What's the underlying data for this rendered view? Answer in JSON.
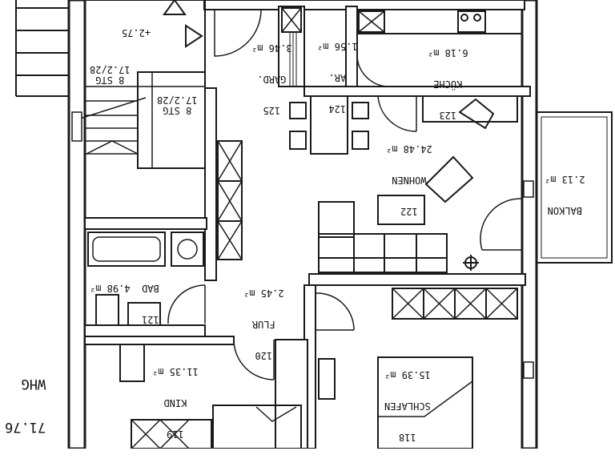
{
  "apartment": {
    "code": "WHG",
    "total_area": "71.76"
  },
  "stair": {
    "level": "+2.75",
    "upper": "8 STG\n17.2/28",
    "lower": "8 STG\n17.2/28"
  },
  "rooms": {
    "garderobe": {
      "number": "125",
      "name": "GARD.",
      "area": "3.46 m²"
    },
    "abstell": {
      "number": "124",
      "name": "AR.",
      "area": "1.56 m²"
    },
    "kueche": {
      "number": "123",
      "name": "KÜCHE",
      "area": "6.18 m²"
    },
    "wohnen": {
      "number": "122",
      "name": "WOHNEN",
      "area": "24.48 m²"
    },
    "balkon": {
      "name": "BALKON",
      "area": "2.13 m²"
    },
    "bad": {
      "number": "121",
      "name": "BAD",
      "area": "4.98 m²"
    },
    "flur": {
      "number": "120",
      "name": "FLUR",
      "area": "2.45 m²"
    },
    "kind": {
      "number": "119",
      "name": "KIND",
      "area": "11.35 m²"
    },
    "schlafen": {
      "number": "118",
      "name": "SCHLAFEN",
      "area": "15.39 m²"
    }
  }
}
